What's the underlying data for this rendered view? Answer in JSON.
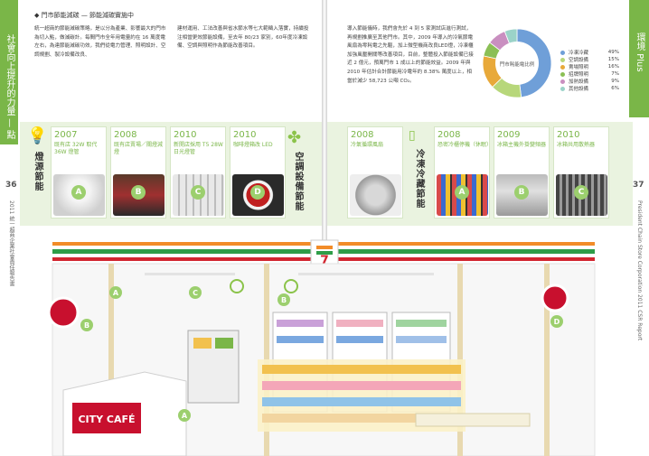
{
  "left_page": {
    "side_tab": "社會向上提升的力量 — 點",
    "page_number": "36",
    "side_caption": "2011 統一超商企業社會責任報告書",
    "heading": "◆ 門市節能減碳 — 節能減碳實施中",
    "paragraph_1": "統一超商的節能減碳策略，是以分為產業、影響最大的門市為切入點，做減碳計。每間門市全年用電量約在 16 萬度電左右，為達節能減碳功效，我們從電力管理、照明設計、空調規劃、製冷設備改良、",
    "paragraph_2": "建材運用、工法改善與省水節水等七大範疇入落實，持續投注相當更效節能設備，至去年 80/23 家別，60年度冷凍設備、空調與照明作為節能改善項目。"
  },
  "right_page": {
    "side_tab": "環境 Plus",
    "page_number": "37",
    "side_caption": "President Chain Store Corporation 2011 CSR Report",
    "paragraph": "導入節能儀時，我們會先於 4 到 5 家測試店進行測試，再規劃推廣至其他門市。其中，2009 年導入的冷氣節電風扇為零耗電之先驅，加上微型機商改良LED燈，冷凍櫃加強風壓開關等改善項目，目前，整體投入節能設備已接近 2 億元，預萬門市 1 成以上的節能效益。2009 年與 2010 年估計合計節能用冷電年約 8.38% 萬度以上，相當於減少 58,723 公噸 CO₂。"
  },
  "pie": {
    "center_label": "門市耗能電比例",
    "slices": [
      {
        "label": "冷凍冷藏",
        "value": 49,
        "display": "49%",
        "color": "#6f9fd8"
      },
      {
        "label": "空調設備",
        "value": 15,
        "display": "15%",
        "color": "#b7d77a"
      },
      {
        "label": "賣場照明",
        "value": 16,
        "display": "16%",
        "color": "#e8a93a"
      },
      {
        "label": "招牌照明",
        "value": 7,
        "display": "7%",
        "color": "#8bbf55"
      },
      {
        "label": "加熱設備",
        "value": 9,
        "display": "9%",
        "color": "#c98fc0"
      },
      {
        "label": "其他設備",
        "value": 6,
        "display": "6%",
        "color": "#9bd3c8"
      }
    ]
  },
  "categories": {
    "lighting": "燈源節能",
    "aircon": "空調設備節能",
    "refrigeration": "冷凍冷藏節能"
  },
  "cards": [
    {
      "year": "2007",
      "desc": "既有店 32W 取代 36W 燈管",
      "badge": "A"
    },
    {
      "year": "2008",
      "desc": "既有店賣場／關燈減燈",
      "badge": "B"
    },
    {
      "year": "2010",
      "desc": "新開店採用 T5 28W 日光燈管",
      "badge": "C"
    },
    {
      "year": "2010",
      "desc": "咖啡燈箱改 LED",
      "badge": "D"
    },
    {
      "year": "2008",
      "desc": "冷氣循環風扇",
      "badge": ""
    },
    {
      "year": "2008",
      "desc": "恐密冷櫃停機（休眠）",
      "badge": "A"
    },
    {
      "year": "2009",
      "desc": "冰箱主機外掛變頻器",
      "badge": "B"
    },
    {
      "year": "2010",
      "desc": "冰箱共用散熱器",
      "badge": "C"
    }
  ],
  "store": {
    "logo": "7",
    "city_cafe": "CITY CAFÉ",
    "markers": [
      "A",
      "B",
      "C",
      "B",
      "D",
      "A"
    ]
  }
}
